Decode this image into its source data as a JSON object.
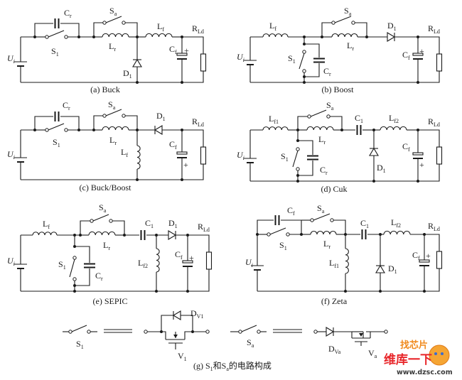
{
  "figure": {
    "panels": [
      {
        "id": "a",
        "caption": "(a) Buck",
        "topology": "Buck"
      },
      {
        "id": "b",
        "caption": "(b) Boost",
        "topology": "Boost"
      },
      {
        "id": "c",
        "caption": "(c) Buck/Boost",
        "topology": "Buck/Boost"
      },
      {
        "id": "d",
        "caption": "(d) Cuk",
        "topology": "Cuk"
      },
      {
        "id": "e",
        "caption": "(e) SEPIC",
        "topology": "SEPIC"
      },
      {
        "id": "f",
        "caption": "(f) Zeta",
        "topology": "Zeta"
      }
    ],
    "g_caption": {
      "prefix": "(g) S",
      "s1_sub": "1",
      "mid": "和S",
      "sa_sub": "a",
      "suffix": "的电路构成"
    }
  },
  "labels": {
    "Ui": {
      "main": "U",
      "sub": "i"
    },
    "S1": {
      "main": "S",
      "sub": "1"
    },
    "Sa": {
      "main": "S",
      "sub": "a"
    },
    "Cr": {
      "main": "C",
      "sub": "r"
    },
    "Cf": {
      "main": "C",
      "sub": "f"
    },
    "C1": {
      "main": "C",
      "sub": "1"
    },
    "Lr": {
      "main": "L",
      "sub": "r"
    },
    "Lf": {
      "main": "L",
      "sub": "f"
    },
    "Lf1": {
      "main": "L",
      "sub": "f1"
    },
    "Lf2": {
      "main": "L",
      "sub": "f2"
    },
    "D1": {
      "main": "D",
      "sub": "1"
    },
    "RLd": {
      "main": "R",
      "sub": "Ld"
    },
    "DV1": {
      "main": "D",
      "sub": "V1"
    },
    "V1": {
      "main": "V",
      "sub": "1"
    },
    "DVa": {
      "main": "D",
      "sub": "Va"
    },
    "Va": {
      "main": "V",
      "sub": "a"
    },
    "plus": "+"
  },
  "watermark": {
    "line1": "找芯片",
    "line2": "维库一下",
    "url": "www.dzsc.com"
  },
  "colors": {
    "ink": "#1a1a1a",
    "watermark_red": "#e8262a",
    "watermark_orange": "#f08a1e"
  }
}
